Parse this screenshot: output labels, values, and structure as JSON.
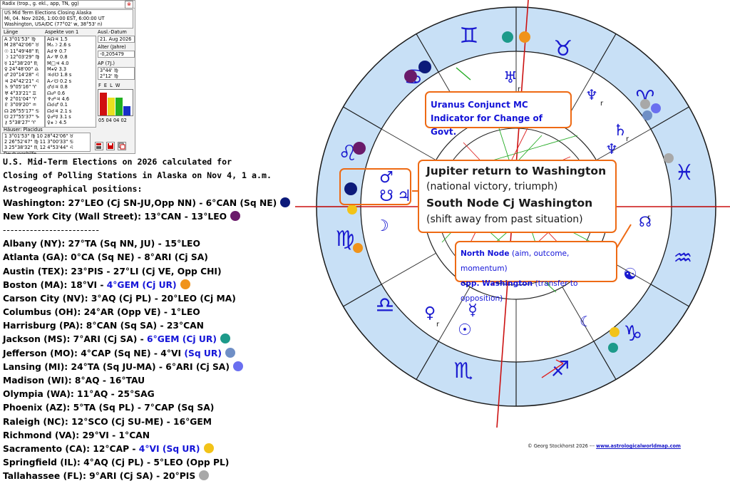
{
  "panel": {
    "title": "Radix (trop., g. ekl., app, TN, gg)",
    "info_line1": "US Mid Term Elections Closing Alaska",
    "info_line2": "Mi, 04. Nov 2026, 1:00:00 EST, 6:00:00 UT",
    "info_line3": "Washington, USA/DC (77°02' w, 38°53' n)",
    "header_laenge": "Länge",
    "header_aspekte": "Aspekte von 1",
    "header_ausl": "Ausl.-Datum",
    "ausl_value": "21. Aug 2026",
    "alter_label": "Alter (Jahre)",
    "alter_value": "-0,205479",
    "ap_label": "AP (7J.)",
    "ap_row1": "3°44' ♍",
    "ap_row2": "2°12' ♍",
    "felw_header": "F  E  L  W",
    "felw_counts": "05 04 04 02",
    "houses_header": "Häuser: Placidus",
    "house_row1": "1  3°01'53\" ♍    10 28°42'06\" ♉",
    "house_row2": "2  26°52'47\" ♍   11  3°00'33\" ♋",
    "house_row3": "3  25°38'32\" ♏   12  4°53'44\" ♌",
    "footer_cut": "Deutungshilfe",
    "planets": [
      "A     3°01'53\" ♍",
      "M   28°42'06\" ♉",
      "☉  11°49'48\" ♏",
      "☽  12°03'29\" ♍",
      "☿  12°38'20\" ♏",
      "♀  24°48'00\" ♎",
      "♂  20°14'28\" ♌",
      "♃  24°42'21\" ♌",
      "♄    9°05'16\" ♈",
      "♅    4°33'21\" ♊",
      "♆    2°01'04\" ♈",
      "♇    3°09'20\" ♒",
      "☊  26°55'17\" ♋",
      "☋  27°55'37\" ♑",
      "⚷    5°38'27\" ♈"
    ],
    "aspects": [
      "A☊♃  1.5",
      "M▵☽  2.6 s",
      "A☌♆  0.7",
      "A✓♅  0.8",
      "M□♃  4.0",
      "M⚹♀  3.3",
      "♃☌☋  1.8 s",
      "A✓☋  0.2 s",
      "♂☌♃  0.8",
      "☊☍  0.6",
      "♆☍♃  4.6",
      "☊☌♂  0.1",
      "☊☌♃  2.1 s",
      "♀☍☿  3.1 s",
      "♀⚹☽  4.5"
    ]
  },
  "list": {
    "title1": "U.S. Mid-Term Elections on 2026 calculated for",
    "title2": "Closing of Polling Stations in Alaska on Nov 4, 1 a.m.",
    "title3": "Astrogeographical positions:",
    "washington": "Washington:  27°LEO (Cj SN-JU,Opp NN) - 6°CAN (Sq NE)",
    "nyc": "New York City (Wall Street): 13°CAN - 13°LEO",
    "separator": "-------------------------",
    "cities": [
      {
        "a": "Albany (NY): 27°TA (Sq NN, JU) - 15°LEO",
        "b": "",
        "dot": ""
      },
      {
        "a": "Atlanta (GA): 0°CA (Sq NE) - 8°ARI (Cj SA)",
        "b": "",
        "dot": ""
      },
      {
        "a": "Austin (TEX): 23°PIS - 27°LI (Cj VE, Opp CHI)",
        "b": "",
        "dot": ""
      },
      {
        "a": "Boston (MA): 18°VI - ",
        "b": "4°GEM (Cj UR)",
        "dot": "#f0931a"
      },
      {
        "a": "Carson City (NV): 3°AQ (Cj PL) - 20°LEO (Cj MA)",
        "b": "",
        "dot": ""
      },
      {
        "a": "Columbus (OH): 24°AR (Opp VE) - 1°LEO",
        "b": "",
        "dot": ""
      },
      {
        "a": "Harrisburg (PA): 8°CAN (Sq SA) - 23°CAN",
        "b": "",
        "dot": ""
      },
      {
        "a": "Jackson (MS): 7°ARI (Cj SA) - ",
        "b": "6°GEM (Cj UR)",
        "dot": "#1d9a8a"
      },
      {
        "a": "Jefferson (MO): 4°CAP (Sq NE) - 4°VI ",
        "b": "(Sq UR)",
        "dot": "#6f8fc6"
      },
      {
        "a": "Lansing (MI): 24°TA (Sq JU-MA) - 6°ARI (Cj SA)",
        "b": "",
        "dot": "#6a6ff0"
      },
      {
        "a": "Madison (WI): 8°AQ - 16°TAU",
        "b": "",
        "dot": ""
      },
      {
        "a": "Olympia (WA): 11°AQ - 25°SAG",
        "b": "",
        "dot": ""
      },
      {
        "a": "Phoenix (AZ): 5°TA (Sq PL) - 7°CAP (Sq SA)",
        "b": "",
        "dot": ""
      },
      {
        "a": "Raleigh (NC): 12°SCO (Cj SU-ME) - 16°GEM",
        "b": "",
        "dot": ""
      },
      {
        "a": "Richmond (VA): 29°VI - 1°CAN",
        "b": "",
        "dot": ""
      },
      {
        "a": "Sacramento (CA): 12°CAP - ",
        "b": "4°VI (Sq UR)",
        "dot": "#f2c318"
      },
      {
        "a": "Springfield (IL): 4°AQ (Cj PL) - 5°LEO (Opp PL)",
        "b": "",
        "dot": ""
      },
      {
        "a": "Tallahassee (FL): 9°ARI (Cj SA) - 20°PIS",
        "b": "",
        "dot": "#a8a8a8"
      }
    ]
  },
  "callouts": {
    "uranus_line1": "Uranus Conjunct MC",
    "uranus_line2": "Indicator for Change of Govt.",
    "jupiter_title": "Jupiter return to Washington",
    "jupiter_sub": "(national victory, triumph)",
    "south_title": "South Node Cj Washington",
    "south_sub": "(shift away from past situation)",
    "north_line1a": "North Node",
    "north_line1b": " (aim, outcome, momentum)",
    "north_line2a": "opp. Washington",
    "north_line2b": " (transfer to opposition)"
  },
  "credit": {
    "text": "© Georg Stockhorst 2026 --- ",
    "link": "www.astrologicalworldmap.com"
  },
  "colors": {
    "wheel_blue": "#c8e0f6",
    "accent_orange": "#ee6a14",
    "text_blue": "#1414d8",
    "axis_red": "#cc1111",
    "washington_dot": "#0c1a7a",
    "nyc_dot": "#6a1a6a"
  }
}
